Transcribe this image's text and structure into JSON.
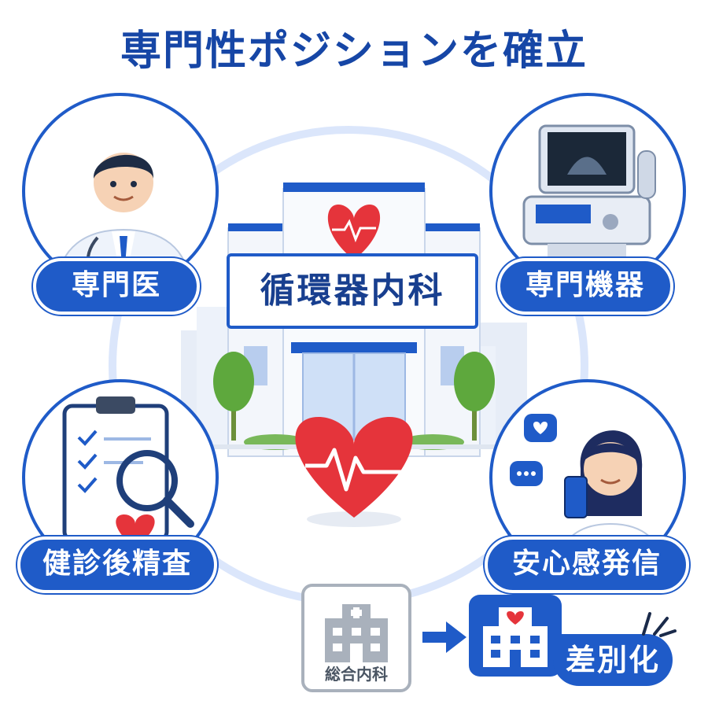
{
  "title": "専門性ポジションを確立",
  "center": {
    "sign": "循環器内科"
  },
  "features": [
    {
      "label": "専門医",
      "icon": "doctor-icon"
    },
    {
      "label": "専門機器",
      "icon": "ultrasound-machine-icon"
    },
    {
      "label": "健診後精査",
      "icon": "clipboard-magnifier-icon"
    },
    {
      "label": "安心感発信",
      "icon": "smartphone-woman-icon"
    }
  ],
  "comparison": {
    "from": "総合内科",
    "to": "差別化"
  },
  "colors": {
    "primary": "#1f5bc8",
    "accent_red": "#e5343b",
    "title": "#1646a6",
    "ring": "#dbe6fb",
    "gray": "#a9b1bc"
  }
}
